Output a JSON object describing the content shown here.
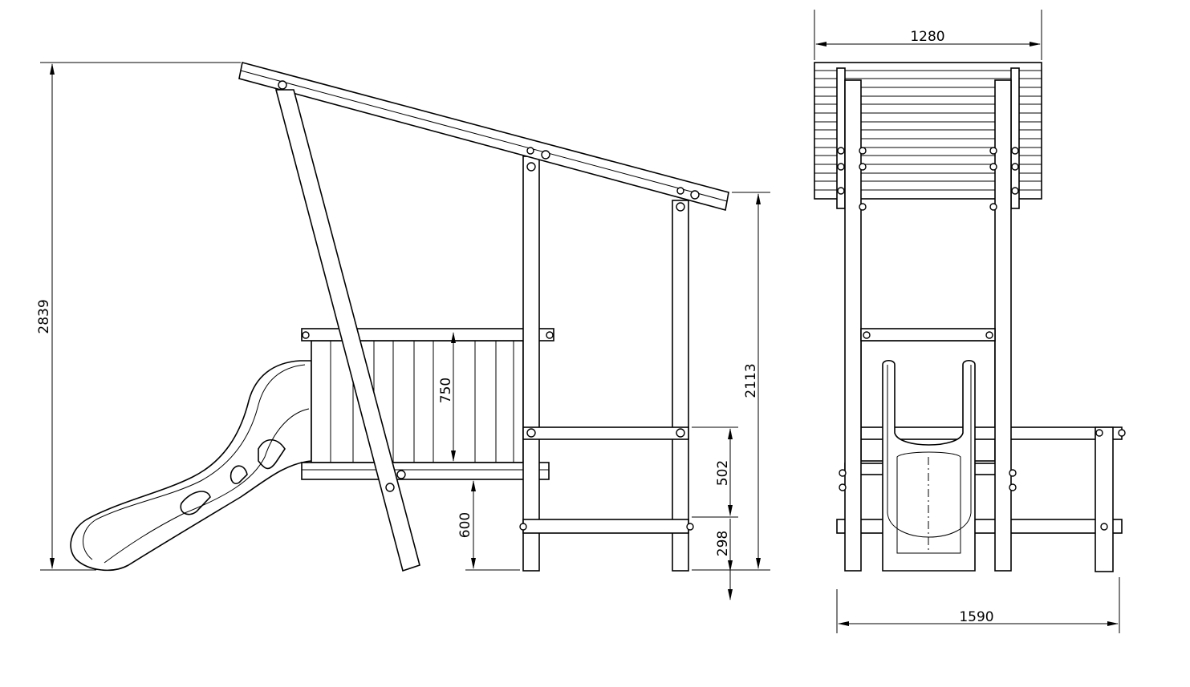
{
  "drawing": {
    "side_view": {
      "dimensions": {
        "total_height": "2839",
        "wall_height": "750",
        "deck_height": "600",
        "post_height": "2113",
        "upper_bar": "502",
        "lower_bar": "298"
      }
    },
    "front_view": {
      "dimensions": {
        "roof_width": "1280",
        "total_width": "1590"
      }
    }
  }
}
